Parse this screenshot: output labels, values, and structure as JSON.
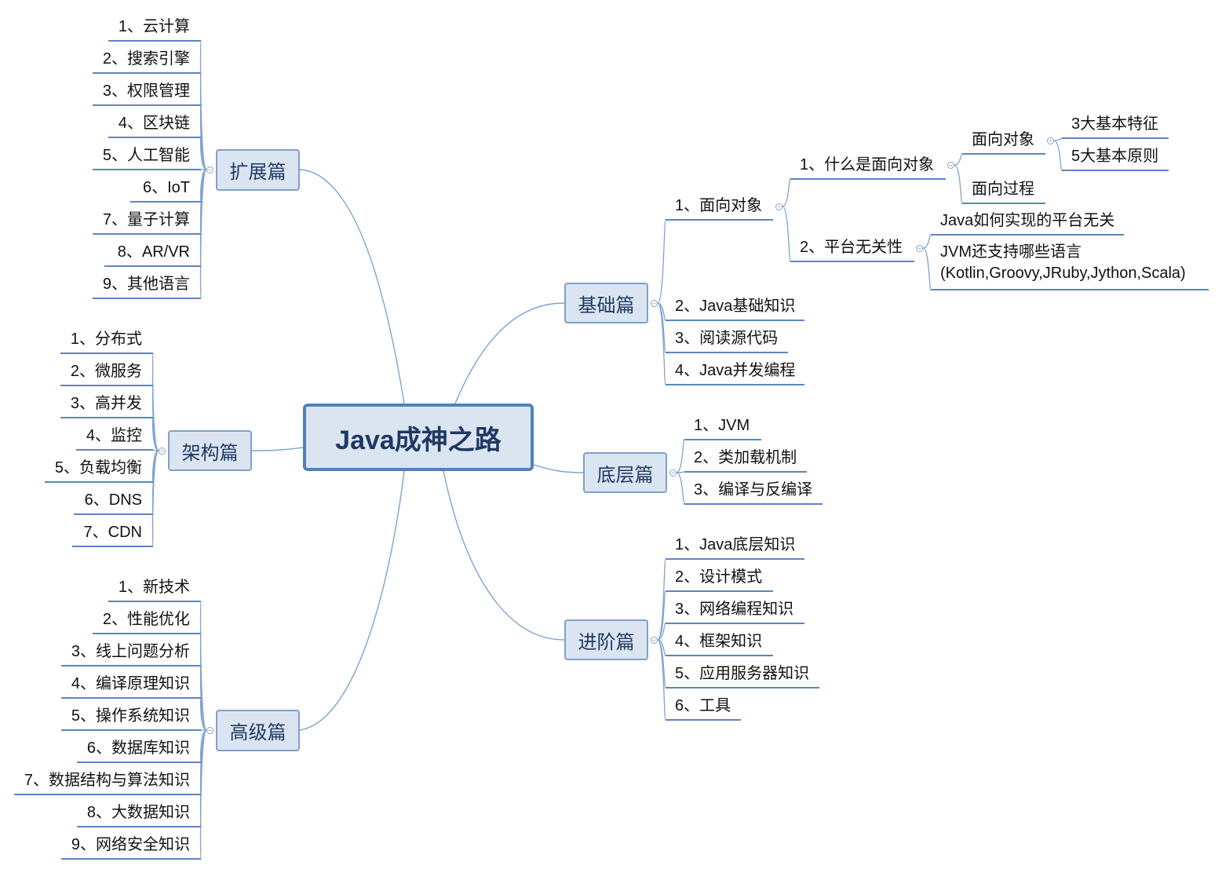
{
  "colors": {
    "accent": "#4f81bd",
    "node_fill": "#dbe5f1",
    "connector": "#7ea3cf"
  },
  "root": {
    "label": "Java成神之路"
  },
  "branches": {
    "kuozhan": {
      "label": "扩展篇",
      "children": [
        "1、云计算",
        "2、搜索引擎",
        "3、权限管理",
        "4、区块链",
        "5、人工智能",
        "6、IoT",
        "7、量子计算",
        "8、AR/VR",
        "9、其他语言"
      ]
    },
    "jiagou": {
      "label": "架构篇",
      "children": [
        "1、分布式",
        "2、微服务",
        "3、高并发",
        "4、监控",
        "5、负载均衡",
        "6、DNS",
        "7、CDN"
      ]
    },
    "gaoji": {
      "label": "高级篇",
      "children": [
        "1、新技术",
        "2、性能优化",
        "3、线上问题分析",
        "4、编译原理知识",
        "5、操作系统知识",
        "6、数据库知识",
        "7、数据结构与算法知识",
        "8、大数据知识",
        "9、网络安全知识"
      ]
    },
    "jichu": {
      "label": "基础篇",
      "children": [
        "1、面向对象",
        "2、Java基础知识",
        "3、阅读源代码",
        "4、Java并发编程"
      ],
      "oop": {
        "what": "1、什么是面向对象",
        "platform": "2、平台无关性",
        "what_children": [
          "面向对象",
          "面向过程"
        ],
        "oo_children": [
          "3大基本特征",
          "5大基本原则"
        ],
        "platform_children": [
          "Java如何实现的平台无关",
          "JVM还支持哪些语言(Kotlin,Groovy,JRuby,Jython,Scala)"
        ]
      }
    },
    "diceng": {
      "label": "底层篇",
      "children": [
        "1、JVM",
        "2、类加载机制",
        "3、编译与反编译"
      ]
    },
    "jinjie": {
      "label": "进阶篇",
      "children": [
        "1、Java底层知识",
        "2、设计模式",
        "3、网络编程知识",
        "4、框架知识",
        "5、应用服务器知识",
        "6、工具"
      ]
    }
  }
}
